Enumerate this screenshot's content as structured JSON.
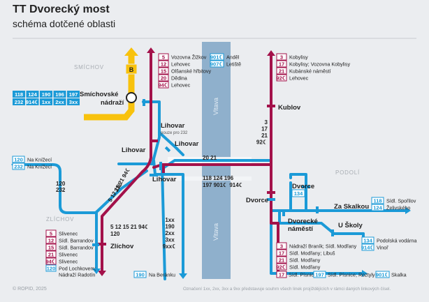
{
  "title": "TT Dvorecký most",
  "subtitle": "schéma dotčené oblasti",
  "river": "Vltava",
  "footer_left": "© ROPID, 2025",
  "footer_note": "Označení 1xx, 2xx, 3xx a 9xx představuje souhrn všech linek projíždějících v rámci daných linkových čísel.",
  "districts": {
    "smichov": "SMÍCHOV",
    "zlichov": "ZLÍCHOV",
    "podoli": "PODOLÍ"
  },
  "metro": {
    "line": "B",
    "station": "Smíchovské nádraží"
  },
  "colors": {
    "tram": "#a3114a",
    "bus": "#1b9ad7",
    "night": "#a3114a",
    "metro": "#f8c20d",
    "water": "#8fb0cc",
    "bg": "#ebedf0"
  },
  "stops": {
    "lihovar_west": "Lihovar",
    "lihovar_north": "Lihovar",
    "lihovar_north_note": "pouze pro 232",
    "lihovar_east": "Lihovar",
    "lihovar_bus": "Lihovar",
    "zlichov": "Zlíchov",
    "kublov": "Kublov",
    "dvorce": "Dvorce",
    "dvorce_loop": "Dvorce",
    "dvorecke": "Dvorecké náměstí",
    "za_skalkou": "Za Skalkou",
    "u_skoly": "U Školy"
  },
  "smichov_box": {
    "row1": [
      "118",
      "124",
      "190",
      "196",
      "197"
    ],
    "row2": [
      "232",
      "914☾",
      "1xx",
      "2xx",
      "3xx"
    ]
  },
  "top_routes": [
    {
      "num": "5",
      "dest": "Vozovna Žižkov",
      "night": false
    },
    {
      "num": "12",
      "dest": "Lehovec",
      "night": false
    },
    {
      "num": "15",
      "dest": "Olšanské hřbitovy",
      "night": false
    },
    {
      "num": "20",
      "dest": "Dědina",
      "night": false
    },
    {
      "num": "94☾",
      "dest": "Lehovec",
      "night": true
    }
  ],
  "top_bus": [
    {
      "num": "901☾",
      "dest": "Anděl"
    },
    {
      "num": "907☾",
      "dest": "Letiště"
    }
  ],
  "right_routes": [
    {
      "num": "3",
      "dest": "Kobylisy",
      "night": false
    },
    {
      "num": "17",
      "dest": "Kobylisy; Vozovna Kobylisy",
      "night": false
    },
    {
      "num": "21",
      "dest": "Kubánské náměstí",
      "night": false
    },
    {
      "num": "92☾",
      "dest": "Lehovec",
      "night": true
    }
  ],
  "knizeci": [
    {
      "num": "120",
      "dest": "Na Knížecí"
    },
    {
      "num": "232",
      "dest": "Na Knížecí"
    }
  ],
  "left_bottom": [
    {
      "num": "5",
      "dest": "Slivenec",
      "kind": "tram"
    },
    {
      "num": "12",
      "dest": "Sídl. Barrandov",
      "kind": "tram"
    },
    {
      "num": "15",
      "dest": "Sídl. Barrandov",
      "kind": "tram"
    },
    {
      "num": "21",
      "dest": "Slivenec",
      "kind": "tram"
    },
    {
      "num": "94☾",
      "dest": "Slivenec",
      "kind": "night"
    },
    {
      "num": "120",
      "dest": "Pod Lochkovem; Nádraží Radotín",
      "kind": "bus"
    }
  ],
  "right_bottom": [
    {
      "num": "3",
      "dest": "Nádraží Braník; Sídl. Modřany",
      "kind": "tram"
    },
    {
      "num": "17",
      "dest": "Sídl. Modřany; Libuš",
      "kind": "tram"
    },
    {
      "num": "21",
      "dest": "Sídl. Modřany",
      "kind": "tram"
    },
    {
      "num": "92☾",
      "dest": "Sídl. Modřany",
      "kind": "night"
    }
  ],
  "bottom_row": [
    {
      "num": "17",
      "dest": "Sídl. Písnice",
      "kind": "tram"
    },
    {
      "num": "197",
      "dest": "Sídl. Písnice; Roztyly",
      "kind": "bus"
    },
    {
      "num": "901☾",
      "dest": "Skalka",
      "kind": "bus"
    }
  ],
  "beranku": {
    "num": "190",
    "dest": "Na Beránku"
  },
  "sporilov": [
    {
      "num": "118",
      "dest": "Sídl. Spořilov"
    },
    {
      "num": "124",
      "dest": "Želivského"
    }
  ],
  "podolska": [
    {
      "num": "134",
      "dest": "Podolská vodárna"
    },
    {
      "num": "914☾",
      "dest": "Vinoř"
    }
  ],
  "dvorce_loop_num": "134",
  "bridge_tram": "20 21",
  "bridge_bus": {
    "row1": "118 124 196",
    "row2": "197 901☾ 914☾"
  },
  "lihovar_diag": [
    "5",
    "12",
    "15",
    "21",
    "94☾",
    "232"
  ],
  "lihovar_diag2": "120",
  "lihovar_diag3": "232",
  "lihovar_left_bus": [
    "120",
    "232"
  ],
  "zlichov_tram": "5 12 15 21 94☾",
  "zlichov_tram2": "120",
  "center_bus": [
    "1xx",
    "190",
    "2xx",
    "3xx",
    "9xx☾"
  ],
  "kublov_nums": [
    "3",
    "17",
    "21",
    "92☾"
  ]
}
